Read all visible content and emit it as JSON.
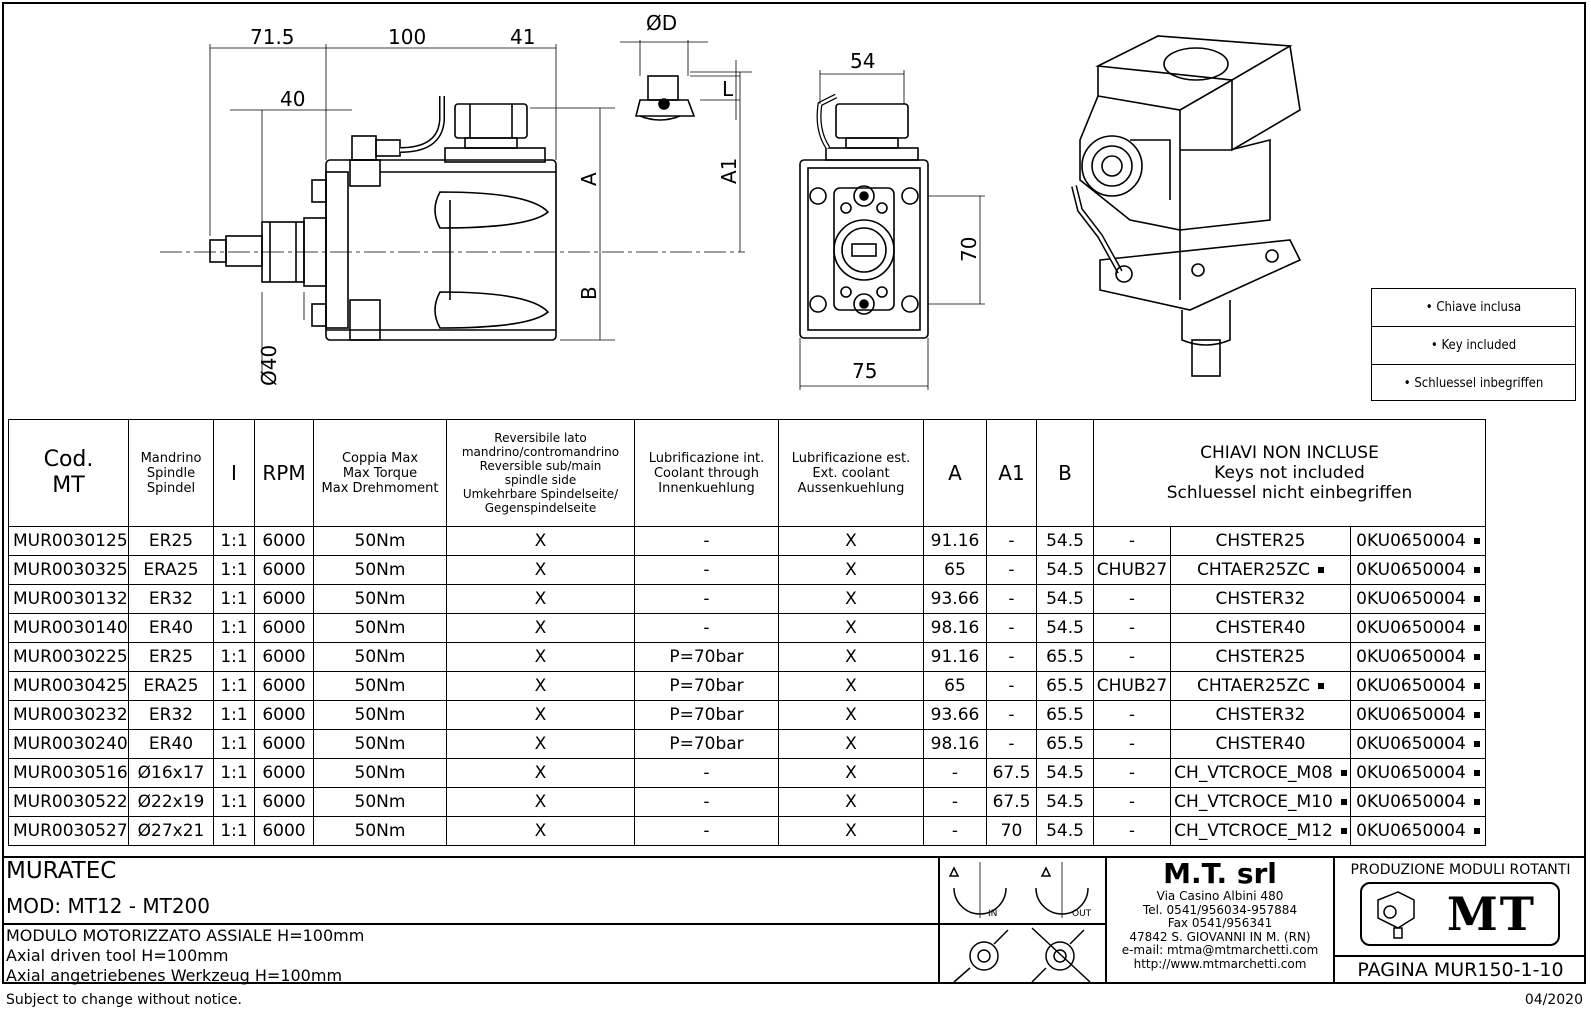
{
  "drawing": {
    "dims": {
      "d1": "71.5",
      "d2": "100",
      "d3": "41",
      "d4": "40",
      "dia40": "Ø40",
      "phiD": "ØD",
      "L": "L",
      "A": "A",
      "A1": "A1",
      "B": "B",
      "w54": "54",
      "h70": "70",
      "w75": "75"
    }
  },
  "keys_legend": [
    "• Chiave inclusa",
    "• Key included",
    "• Schluessel inbegriffen"
  ],
  "table": {
    "headers": {
      "cod": [
        "Cod.",
        "MT"
      ],
      "spindle": [
        "Mandrino",
        "Spindle",
        "Spindel"
      ],
      "ratio": "I",
      "rpm": "RPM",
      "torque": [
        "Coppia Max",
        "Max Torque",
        "Max Drehmoment"
      ],
      "reversible": [
        "Reversibile lato",
        "mandrino/contromandrino",
        "Reversible sub/main",
        "spindle side",
        "Umkehrbare Spindelseite/",
        "Gegenspindelseite"
      ],
      "coolant_int": [
        "Lubrificazione int.",
        "Coolant through",
        "Innenkuehlung"
      ],
      "coolant_ext": [
        "Lubrificazione est.",
        "Ext. coolant",
        "Aussenkuehlung"
      ],
      "a": "A",
      "a1": "A1",
      "b": "B",
      "keys": [
        "CHIAVI NON INCLUSE",
        "Keys not included",
        "Schluessel nicht einbegriffen"
      ]
    },
    "rows": [
      {
        "code": "MUR0030125",
        "spindle": "ER25",
        "ratio": "1:1",
        "rpm": "6000",
        "torque": "50Nm",
        "rev": "X",
        "cint": "-",
        "cext": "X",
        "a": "91.16",
        "a1": "-",
        "b": "54.5",
        "k1": "-",
        "k2": "CHSTER25",
        "k2dot": false,
        "k3": "0KU0650004",
        "k3dot": true
      },
      {
        "code": "MUR0030325",
        "spindle": "ERA25",
        "ratio": "1:1",
        "rpm": "6000",
        "torque": "50Nm",
        "rev": "X",
        "cint": "-",
        "cext": "X",
        "a": "65",
        "a1": "-",
        "b": "54.5",
        "k1": "CHUB27",
        "k2": "CHTAER25ZC",
        "k2dot": true,
        "k3": "0KU0650004",
        "k3dot": true
      },
      {
        "code": "MUR0030132",
        "spindle": "ER32",
        "ratio": "1:1",
        "rpm": "6000",
        "torque": "50Nm",
        "rev": "X",
        "cint": "-",
        "cext": "X",
        "a": "93.66",
        "a1": "-",
        "b": "54.5",
        "k1": "-",
        "k2": "CHSTER32",
        "k2dot": false,
        "k3": "0KU0650004",
        "k3dot": true
      },
      {
        "code": "MUR0030140",
        "spindle": "ER40",
        "ratio": "1:1",
        "rpm": "6000",
        "torque": "50Nm",
        "rev": "X",
        "cint": "-",
        "cext": "X",
        "a": "98.16",
        "a1": "-",
        "b": "54.5",
        "k1": "-",
        "k2": "CHSTER40",
        "k2dot": false,
        "k3": "0KU0650004",
        "k3dot": true
      },
      {
        "code": "MUR0030225",
        "spindle": "ER25",
        "ratio": "1:1",
        "rpm": "6000",
        "torque": "50Nm",
        "rev": "X",
        "cint": "P=70bar",
        "cext": "X",
        "a": "91.16",
        "a1": "-",
        "b": "65.5",
        "k1": "-",
        "k2": "CHSTER25",
        "k2dot": false,
        "k3": "0KU0650004",
        "k3dot": true
      },
      {
        "code": "MUR0030425",
        "spindle": "ERA25",
        "ratio": "1:1",
        "rpm": "6000",
        "torque": "50Nm",
        "rev": "X",
        "cint": "P=70bar",
        "cext": "X",
        "a": "65",
        "a1": "-",
        "b": "65.5",
        "k1": "CHUB27",
        "k2": "CHTAER25ZC",
        "k2dot": true,
        "k3": "0KU0650004",
        "k3dot": true
      },
      {
        "code": "MUR0030232",
        "spindle": "ER32",
        "ratio": "1:1",
        "rpm": "6000",
        "torque": "50Nm",
        "rev": "X",
        "cint": "P=70bar",
        "cext": "X",
        "a": "93.66",
        "a1": "-",
        "b": "65.5",
        "k1": "-",
        "k2": "CHSTER32",
        "k2dot": false,
        "k3": "0KU0650004",
        "k3dot": true
      },
      {
        "code": "MUR0030240",
        "spindle": "ER40",
        "ratio": "1:1",
        "rpm": "6000",
        "torque": "50Nm",
        "rev": "X",
        "cint": "P=70bar",
        "cext": "X",
        "a": "98.16",
        "a1": "-",
        "b": "65.5",
        "k1": "-",
        "k2": "CHSTER40",
        "k2dot": false,
        "k3": "0KU0650004",
        "k3dot": true
      },
      {
        "code": "MUR0030516",
        "spindle": "Ø16x17",
        "ratio": "1:1",
        "rpm": "6000",
        "torque": "50Nm",
        "rev": "X",
        "cint": "-",
        "cext": "X",
        "a": "-",
        "a1": "67.5",
        "b": "54.5",
        "k1": "-",
        "k2": "CH_VTCROCE_M08",
        "k2dot": true,
        "k3": "0KU0650004",
        "k3dot": true
      },
      {
        "code": "MUR0030522",
        "spindle": "Ø22x19",
        "ratio": "1:1",
        "rpm": "6000",
        "torque": "50Nm",
        "rev": "X",
        "cint": "-",
        "cext": "X",
        "a": "-",
        "a1": "67.5",
        "b": "54.5",
        "k1": "-",
        "k2": "CH_VTCROCE_M10",
        "k2dot": true,
        "k3": "0KU0650004",
        "k3dot": true
      },
      {
        "code": "MUR0030527",
        "spindle": "Ø27x21",
        "ratio": "1:1",
        "rpm": "6000",
        "torque": "50Nm",
        "rev": "X",
        "cint": "-",
        "cext": "X",
        "a": "-",
        "a1": "70",
        "b": "54.5",
        "k1": "-",
        "k2": "CH_VTCROCE_M12",
        "k2dot": true,
        "k3": "0KU0650004",
        "k3dot": true
      }
    ]
  },
  "title_block": {
    "brand": "MURATEC",
    "model": "MOD: MT12 - MT200",
    "desc": [
      "MODULO MOTORIZZATO ASSIALE H=100mm",
      "Axial driven tool H=100mm",
      "Axial angetriebenes Werkzeug H=100mm"
    ],
    "rotation_in": "IN",
    "rotation_out": "OUT",
    "company": {
      "name": "M.T. srl",
      "lines": [
        "Via Casino Albini 480",
        "Tel. 0541/956034-957884",
        "Fax 0541/956341",
        "47842 S. GIOVANNI IN M. (RN)",
        "e-mail: mtma@mtmarchetti.com",
        "http://www.mtmarchetti.com"
      ]
    },
    "production": "PRODUZIONE MODULI ROTANTI",
    "logo_text": "MT",
    "page": "PAGINA MUR150-1-10"
  },
  "footer": {
    "notice": "Subject to change without notice.",
    "date": "04/2020"
  }
}
